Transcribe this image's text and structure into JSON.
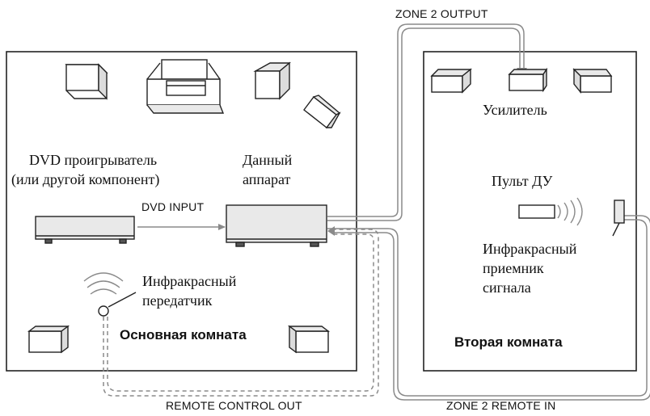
{
  "labels": {
    "zone2_output": "ZONE 2 OUTPUT",
    "dvd_player_line1": "DVD проигрыватель",
    "dvd_player_line2": "(или другой компонент)",
    "this_unit_line1": "Данный",
    "this_unit_line2": "аппарат",
    "dvd_input": "DVD INPUT",
    "ir_transmitter_line1": "Инфракрасный",
    "ir_transmitter_line2": "передатчик",
    "main_room": "Основная комната",
    "remote_control_out": "REMOTE CONTROL OUT",
    "amplifier": "Усилитель",
    "remote": "Пульт ДУ",
    "ir_receiver_line1": "Инфракрасный",
    "ir_receiver_line2": "приемник",
    "ir_receiver_line3": "сигнала",
    "second_room": "Вторая комната",
    "zone2_remote_in": "ZONE 2 REMOTE IN"
  },
  "colors": {
    "line": "#222222",
    "cable": "#8a8a8a",
    "device_fill": "#e9e9e9",
    "device_dark": "#555555"
  }
}
